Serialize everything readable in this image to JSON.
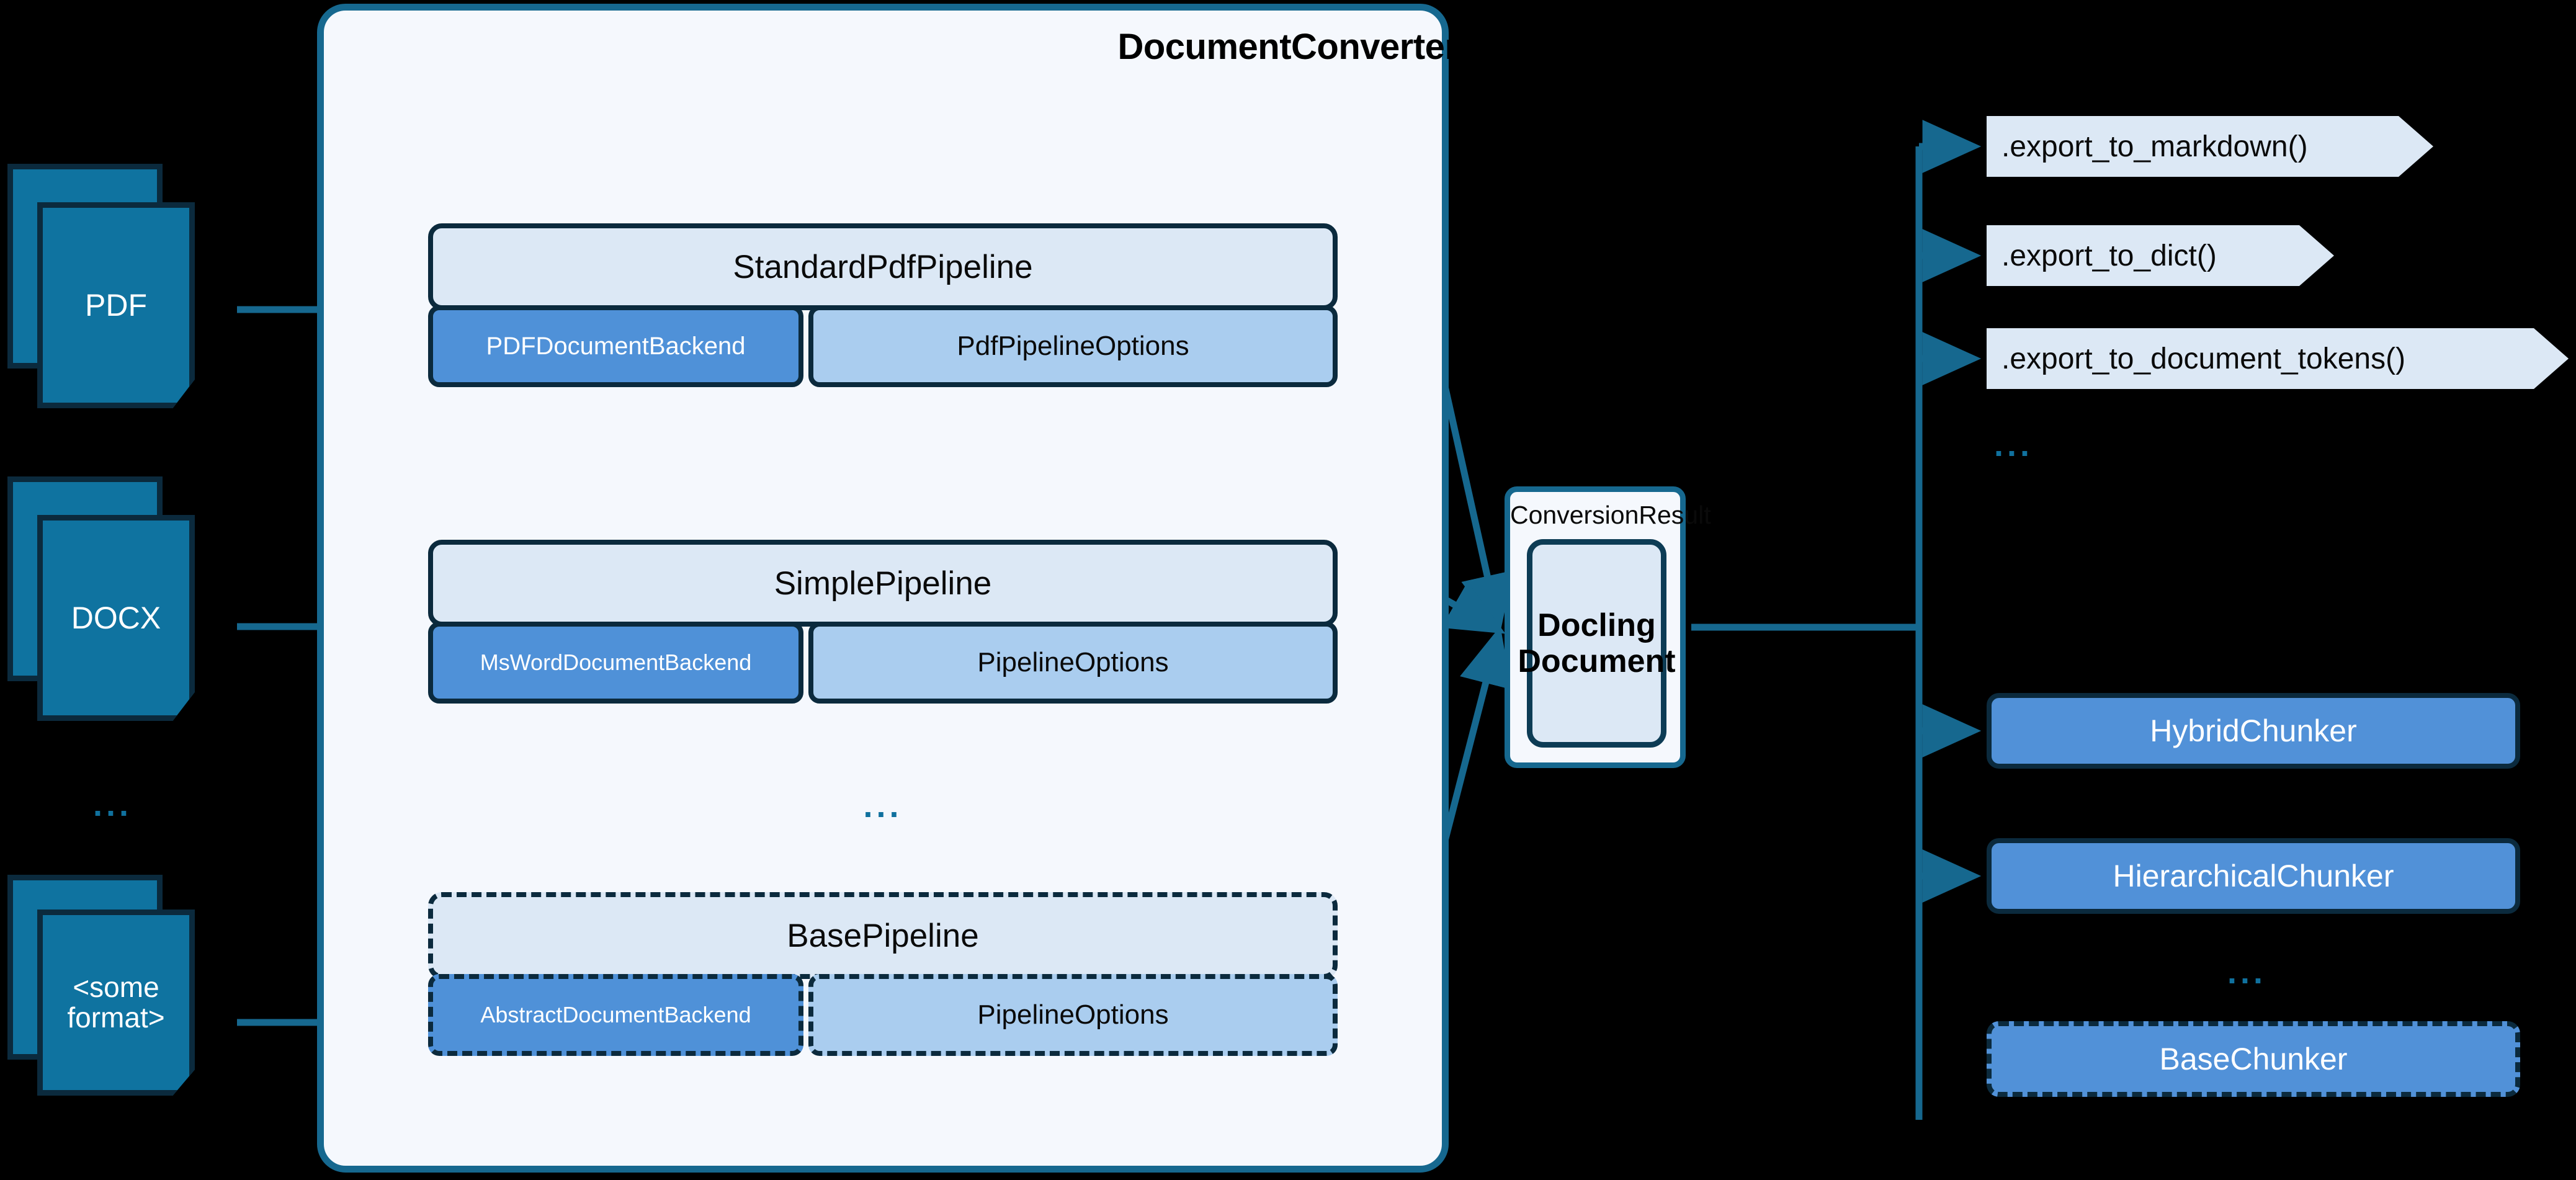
{
  "colors": {
    "background": "#000000",
    "panel_bg": "#f5f8fd",
    "panel_border": "#16688f",
    "pipeline_head_bg": "#dce8f5",
    "backend_bg": "#4f91d8",
    "options_bg": "#aacdef",
    "doc_icon_bg": "#0f73a0",
    "doc_icon_border": "#0b2a3d",
    "arrow": "#16688f",
    "ellipsis": "#10719e",
    "box_border_dark": "#0b2a3d"
  },
  "inputs": {
    "items": [
      {
        "label": "PDF",
        "icon": "file-stack-icon"
      },
      {
        "label": "DOCX",
        "icon": "file-stack-icon"
      },
      {
        "label": "<some\nformat>",
        "label_line1": "<some",
        "label_line2": "format>",
        "icon": "file-stack-icon"
      }
    ],
    "ellipsis": "..."
  },
  "converter": {
    "title": "DocumentConverter",
    "pipelines": [
      {
        "name": "StandardPdfPipeline",
        "backend": "PDFDocumentBackend",
        "options": "PdfPipelineOptions",
        "style": "solid"
      },
      {
        "name": "SimplePipeline",
        "backend": "MsWordDocumentBackend",
        "options": "PipelineOptions",
        "style": "solid"
      },
      {
        "name": "BasePipeline",
        "backend": "AbstractDocumentBackend",
        "options": "PipelineOptions",
        "style": "dashed"
      }
    ],
    "ellipsis": "..."
  },
  "result": {
    "label": "ConversionResult",
    "document_line1": "Docling",
    "document_line2": "Document"
  },
  "exports": {
    "items": [
      {
        "label": ".export_to_markdown()"
      },
      {
        "label": ".export_to_dict()"
      },
      {
        "label": ".export_to_document_tokens()"
      }
    ],
    "ellipsis": "..."
  },
  "chunkers": {
    "items": [
      {
        "label": "HybridChunker",
        "style": "solid"
      },
      {
        "label": "HierarchicalChunker",
        "style": "solid"
      },
      {
        "label": "BaseChunker",
        "style": "dashed"
      }
    ],
    "ellipsis": "..."
  }
}
